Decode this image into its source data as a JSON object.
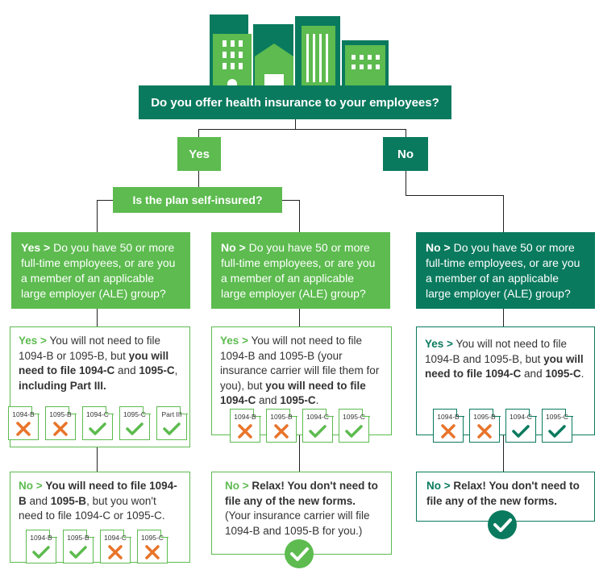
{
  "colors": {
    "dark_green": "#0a7a5e",
    "light_green": "#5dbb4f",
    "orange": "#e8742a",
    "line": "#222222"
  },
  "header": {
    "question": "Do you offer health insurance to your employees?"
  },
  "branches": {
    "yes": "Yes",
    "no": "No"
  },
  "self_insured": {
    "question": "Is the plan self-insured?"
  },
  "col1": {
    "q_prefix": "Yes >",
    "q_text": "Do you have 50 or more full-time employees, or are you a member of an applicable large employer (ALE) group?",
    "yes_prefix": "Yes >",
    "yes_t1": "You will not need to file 1094-B or 1095-B, but ",
    "yes_b1": "you will need to file 1094-C",
    "yes_t2": " and ",
    "yes_b2": "1095-C",
    "yes_t3": ", ",
    "yes_b3": "including Part III.",
    "no_prefix": "No >",
    "no_b1": "You will need to file 1094-B",
    "no_t1": " and ",
    "no_b2": "1095-B",
    "no_t2": ", but you won't need to file 1094-C or 1095-C."
  },
  "col2": {
    "q_prefix": "No >",
    "q_text": "Do you have 50 or more full-time employees, or are you a member of an applicable large employer (ALE) group?",
    "yes_prefix": "Yes >",
    "yes_t1": "You will not need to file 1094-B and 1095-B (your insurance carrier will file them for you), but ",
    "yes_b1": "you will need to file 1094-C",
    "yes_t2": " and ",
    "yes_b2": "1095-C",
    "yes_t3": ".",
    "no_prefix": "No >",
    "no_b1": "Relax! You don't need to file any of the new forms.",
    "no_t1": " (Your insurance carrier will file 1094-B and 1095-B for you.)"
  },
  "col3": {
    "q_prefix": "No >",
    "q_text": "Do you have 50 or more full-time employees, or are you a member of an applicable large employer (ALE) group?",
    "yes_prefix": "Yes >",
    "yes_t1": "You will not need to file 1094-B and 1095-B, but ",
    "yes_b1": "you will need to file 1094-C",
    "yes_t2": " and ",
    "yes_b2": "1095-C",
    "yes_t3": ".",
    "no_prefix": "No >",
    "no_b1": "Relax! You don't need to file any of the new forms."
  },
  "forms": {
    "c1_yes": [
      {
        "label": "1094-B",
        "status": "x"
      },
      {
        "label": "1095-B",
        "status": "x"
      },
      {
        "label": "1094-C",
        "status": "check"
      },
      {
        "label": "1095-C",
        "status": "check"
      },
      {
        "label": "Part III",
        "status": "check"
      }
    ],
    "c1_no": [
      {
        "label": "1094-B",
        "status": "check"
      },
      {
        "label": "1095-B",
        "status": "check"
      },
      {
        "label": "1094-C",
        "status": "x"
      },
      {
        "label": "1095-C",
        "status": "x"
      }
    ],
    "c2_yes": [
      {
        "label": "1094-B",
        "status": "x"
      },
      {
        "label": "1095-B",
        "status": "x"
      },
      {
        "label": "1094-C",
        "status": "check"
      },
      {
        "label": "1095-C",
        "status": "check"
      }
    ],
    "c3_yes": [
      {
        "label": "1094-B",
        "status": "x"
      },
      {
        "label": "1095-B",
        "status": "x"
      },
      {
        "label": "1094-C",
        "status": "check"
      },
      {
        "label": "1095-C",
        "status": "check"
      }
    ]
  }
}
